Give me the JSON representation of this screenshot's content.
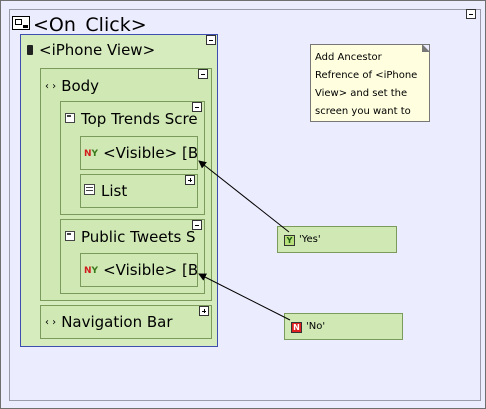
{
  "diagram": {
    "title": "<On_Click>",
    "iphone_view": {
      "label": "<iPhone View>",
      "body": {
        "label": "Body",
        "top_trends": {
          "label": "Top Trends Scre",
          "visible": "<Visible> [Bo",
          "list": "List"
        },
        "public_tweets": {
          "label": "Public Tweets S",
          "visible": "<Visible> [Bo"
        }
      },
      "navigation_bar": "Navigation Bar"
    },
    "note_lines": [
      "Add   Ancestor",
      "Refrence of <iPhone",
      "View>  and  set  the",
      "screen  you  want  to"
    ],
    "value_yes": "'Yes'",
    "value_no": "'No'",
    "badge_yes": "Y",
    "badge_no": "N",
    "ny_n": "N",
    "ny_y": "Y",
    "tag": "‹ ›"
  }
}
